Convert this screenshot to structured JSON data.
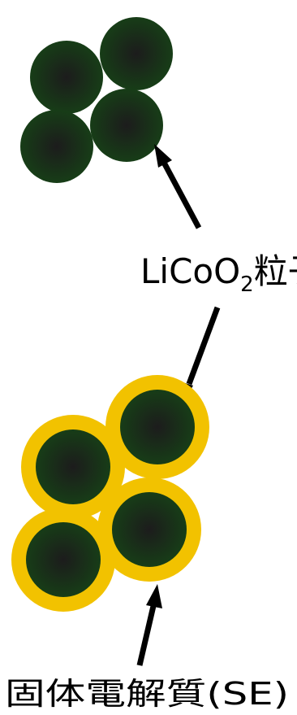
{
  "colors": {
    "particle_core": "#1a1a1a",
    "particle_outer": "#173d17",
    "coating": "#f2c200",
    "arrow": "#000000",
    "background": "#ffffff"
  },
  "labels": {
    "particle_label": {
      "main": "LiCo",
      "o_letter": "O",
      "subscript": "2",
      "suffix": "粒子"
    },
    "electrolyte_label": "固体電解質(SE)"
  }
}
